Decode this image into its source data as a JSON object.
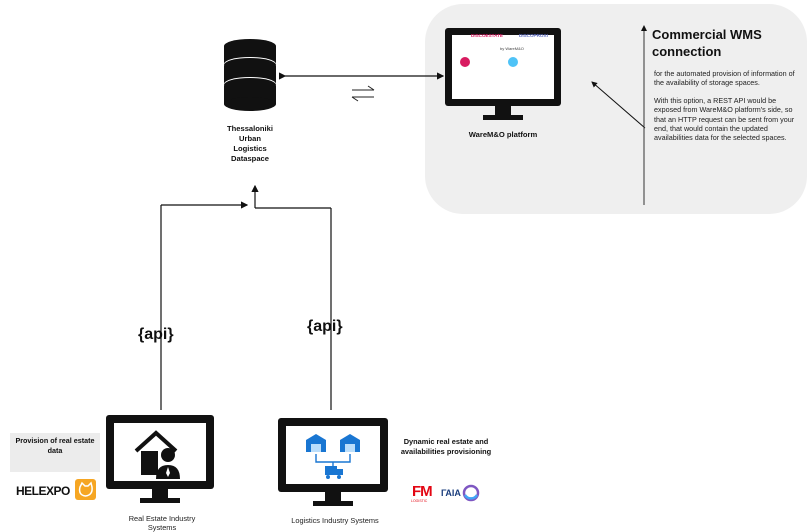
{
  "dataspace": {
    "label_lines": [
      "Thessaloniki",
      "Urban",
      "Logistics",
      "Dataspace"
    ]
  },
  "platform": {
    "label": "WareM&O platform",
    "screen_logo_left": "DISCOESTATE",
    "screen_logo_right": "DISCOPROXI",
    "screen_logo_sub": "by WareM&O"
  },
  "wms": {
    "title_line1": "Commercial WMS",
    "title_line2": "connection",
    "para1": "for the automated provision of information of the availability of storage spaces.",
    "para2": "With this option, a REST API would be exposed from WareM&O platform's side, so that an HTTP request can be sent from your end, that would contain the updated availabilities data for the selected spaces."
  },
  "api_left": "{api}",
  "api_right": "{api}",
  "real_estate": {
    "note": "Provision of real estate data",
    "logo_text": "HELEXPO",
    "label_line1": "Real Estate Industry",
    "label_line2": "Systems"
  },
  "logistics": {
    "note": "Dynamic real estate and availabilities provisioning",
    "logo1_text": "FM",
    "logo1_sub": "LOGISTIC",
    "logo2_text": "ΓΑΙΑ",
    "label": "Logistics Industry Systems"
  },
  "colors": {
    "panel": "#efefef",
    "monitor": "#111111",
    "accent_blue": "#1565c0",
    "helexpo_orange": "#f6a623",
    "fm_red": "#e30613"
  }
}
